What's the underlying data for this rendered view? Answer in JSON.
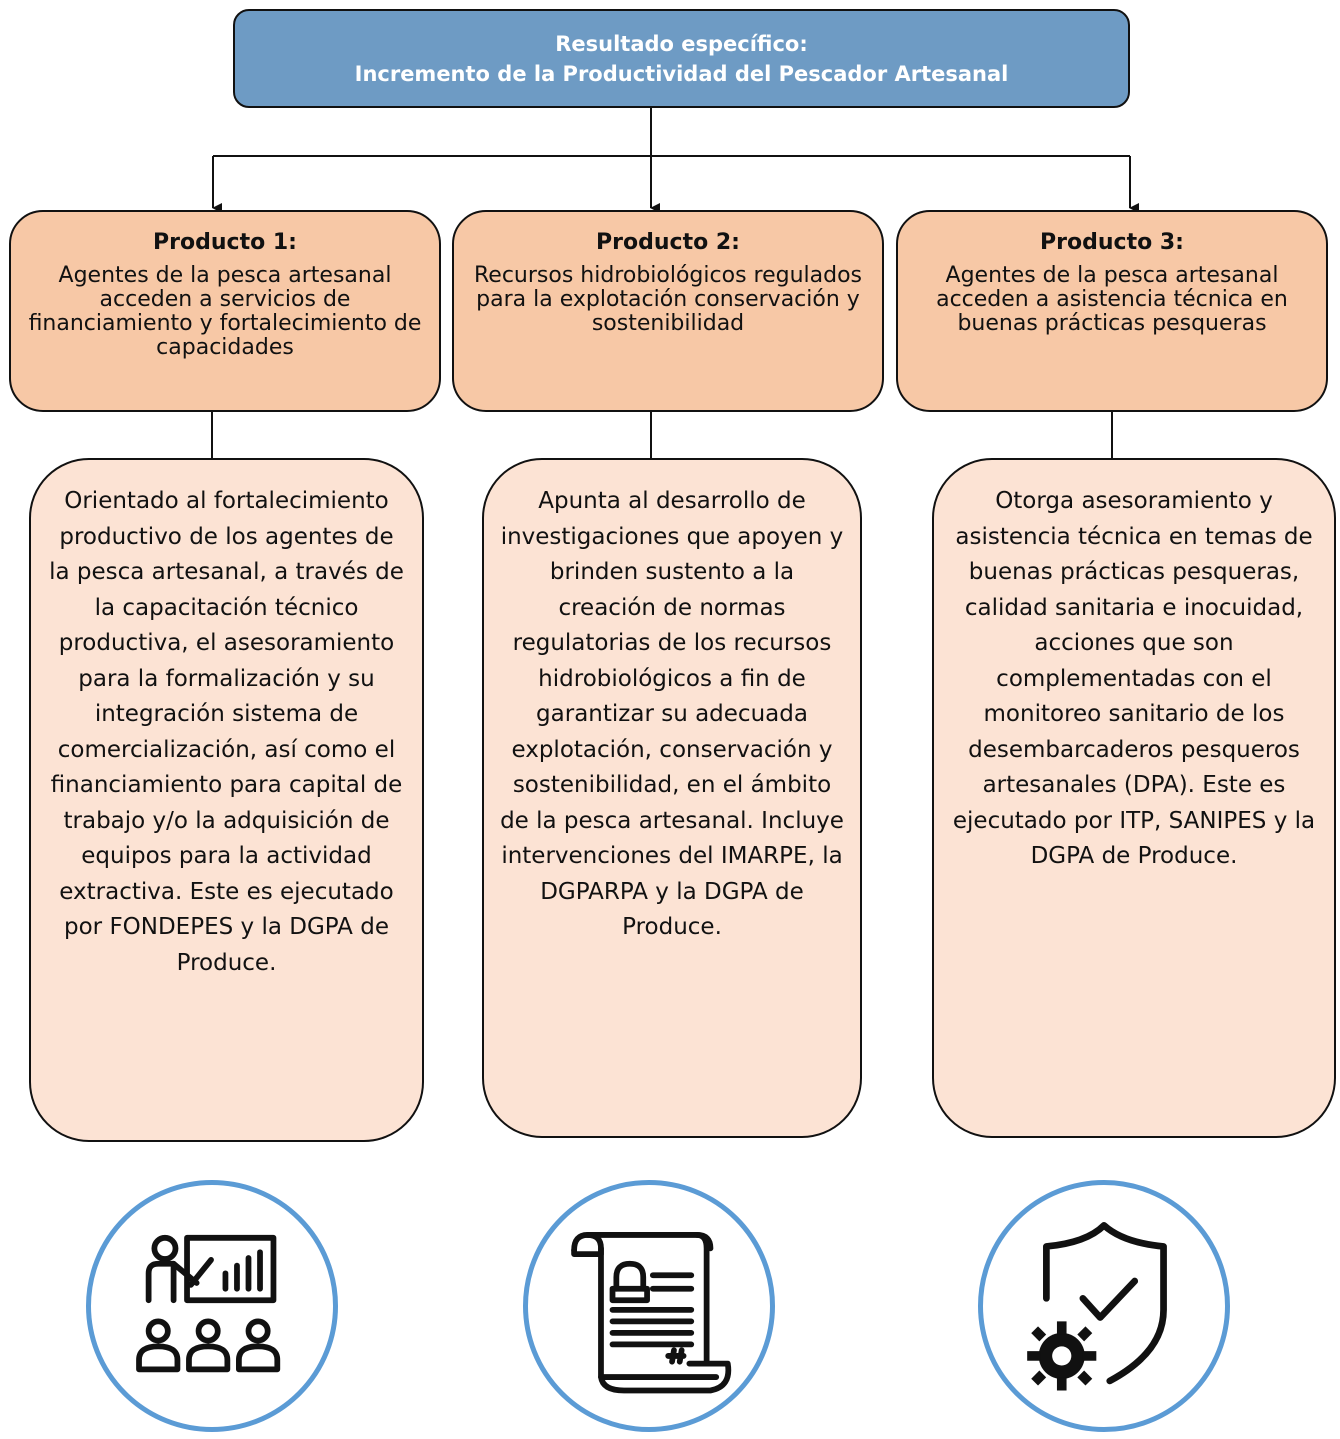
{
  "header": {
    "line1": "Resultado específico:",
    "line2": "Incremento de la Productividad del Pescador Artesanal"
  },
  "products": [
    {
      "title": "Producto 1:",
      "subtitle": "Agentes de la pesca artesanal acceden a servicios de financiamiento y fortalecimiento de capacidades",
      "description": "Orientado al fortalecimiento productivo de los agentes de la pesca artesanal, a través de la capacitación técnico productiva, el asesoramiento para la formalización y su integración sistema de comercialización, así como el financiamiento para capital de trabajo y/o la adquisición de equipos para la actividad extractiva. Este es ejecutado por FONDEPES y la DGPA de Produce.",
      "icon": "teacher-presentation-icon"
    },
    {
      "title": "Producto 2:",
      "subtitle": "Recursos hidrobiológicos regulados para la explotación conservación y sostenibilidad",
      "description": "Apunta al desarrollo de investigaciones que apoyen y brinden sustento a la creación de normas regulatorias de los recursos hidrobiológicos a fin de garantizar su adecuada explotación, conservación y sostenibilidad, en el ámbito de la pesca artesanal. Incluye intervenciones del IMARPE, la DGPARPA y la DGPA de Produce.",
      "icon": "legal-document-scroll-icon"
    },
    {
      "title": "Producto 3:",
      "subtitle": "Agentes de la pesca artesanal acceden a asistencia técnica en buenas prácticas pesqueras",
      "description": "Otorga asesoramiento y asistencia técnica en temas de buenas prácticas pesqueras, calidad sanitaria e inocuidad, acciones que son complementadas con el monitoreo sanitario de los desembarcaderos pesqueros artesanales (DPA). Este es ejecutado por ITP, SANIPES y la DGPA de Produce.",
      "icon": "shield-check-gear-icon"
    }
  ],
  "colors": {
    "header_fill": "#6e9bc4",
    "product_fill": "#f7c8a6",
    "description_fill": "#fce3d4",
    "icon_ring": "#5b9bd5"
  }
}
